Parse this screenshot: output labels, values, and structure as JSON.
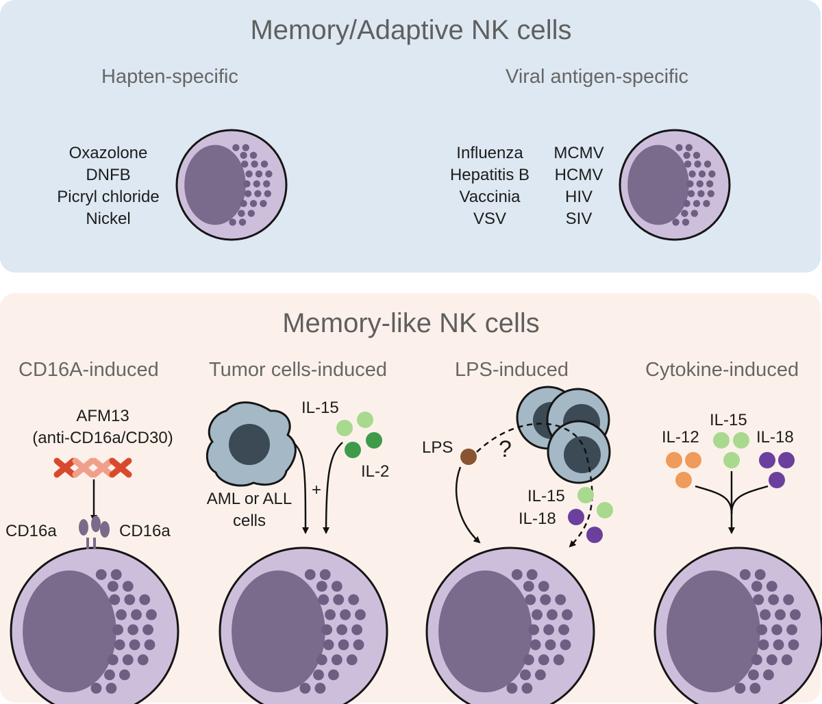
{
  "top": {
    "title": "Memory/Adaptive NK cells",
    "hapten": {
      "subtitle": "Hapten-specific",
      "items": [
        "Oxazolone",
        "DNFB",
        "Picryl chloride",
        "Nickel"
      ]
    },
    "viral": {
      "subtitle": "Viral antigen-specific",
      "col1": [
        "Influenza",
        "Hepatitis B",
        "Vaccinia",
        "VSV"
      ],
      "col2": [
        "MCMV",
        "HCMV",
        "HIV",
        "SIV"
      ]
    }
  },
  "bottom": {
    "title": "Memory-like NK cells",
    "cd16": {
      "subtitle": "CD16A-induced",
      "drug": "AFM13",
      "drug_target": "(anti-CD16a/CD30)",
      "receptor_left": "CD16a",
      "receptor_right": "CD16a"
    },
    "tumor": {
      "subtitle": "Tumor cells-induced",
      "il15": "IL-15",
      "il2": "IL-2",
      "plus": "+",
      "cells_line1": "AML or ALL",
      "cells_line2": "cells"
    },
    "lps": {
      "subtitle": "LPS-induced",
      "lps": "LPS",
      "question": "?",
      "il15": "IL-15",
      "il18": "IL-18"
    },
    "cytokine": {
      "subtitle": "Cytokine-induced",
      "il12": "IL-12",
      "il15": "IL-15",
      "il18": "IL-18"
    }
  },
  "colors": {
    "top_panel": "#dde8f2",
    "bottom_panel": "#fcf1ea",
    "cell_body": "#cdbfdc",
    "nucleus": "#7a6a8c",
    "granule": "#6e5f82",
    "il15": "#a8d98f",
    "il2": "#3f9a4a",
    "il12": "#ee9b5c",
    "il18": "#6b3f9e",
    "lps": "#8a5430",
    "tumor_cell": "#a4b8c6",
    "tumor_nucleus": "#3b4a55",
    "afm13_red": "#d84a2e",
    "afm13_pink": "#f0a08a"
  }
}
